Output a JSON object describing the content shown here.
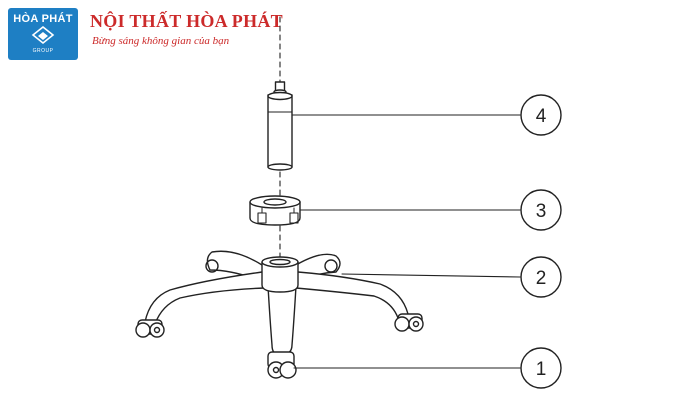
{
  "header": {
    "logo_text": "HÒA PHÁT",
    "logo_subtext": "GROUP",
    "brand_title": "NỘI THẤT HÒA PHÁT",
    "slogan": "Bừng sáng không gian của bạn"
  },
  "colors": {
    "logo_blue": "#1e7fc4",
    "brand_red": "#cc2a2a",
    "line": "#222222"
  },
  "callouts": [
    {
      "label": "4",
      "part": "gas-lift"
    },
    {
      "label": "3",
      "part": "base-ring"
    },
    {
      "label": "2",
      "part": "star-base"
    },
    {
      "label": "1",
      "part": "caster-wheel"
    }
  ]
}
